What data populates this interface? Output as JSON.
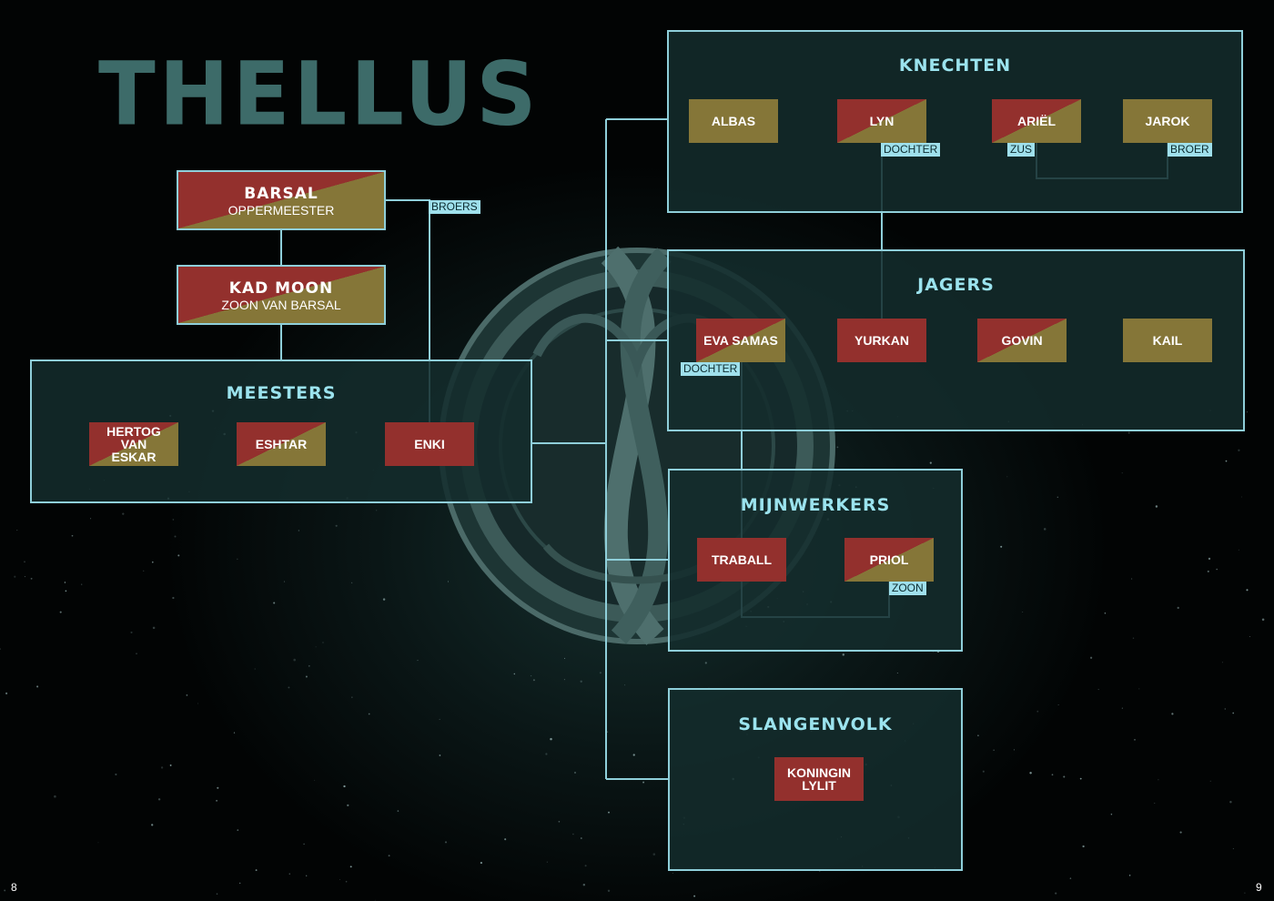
{
  "title": "THELLUS",
  "page_left": "8",
  "page_right": "9",
  "leaders": {
    "barsal": {
      "name": "BARSAL",
      "role": "OPPERMEESTER"
    },
    "kad_moon": {
      "name": "KAD MOON",
      "role": "ZOON VAN BARSAL"
    }
  },
  "groups": {
    "knechten": {
      "title": "KNECHTEN",
      "members": [
        "ALBAS",
        "LYN",
        "ARIËL",
        "JAROK"
      ]
    },
    "jagers": {
      "title": "JAGERS",
      "members": [
        "EVA SAMAS",
        "YURKAN",
        "GOVIN",
        "KAIL"
      ]
    },
    "meesters": {
      "title": "MEESTERS",
      "members": [
        "HERTOG VAN ESKAR",
        "ESHTAR",
        "ENKI"
      ]
    },
    "mijnwerkers": {
      "title": "MIJNWERKERS",
      "members": [
        "TRABALL",
        "PRIOL"
      ]
    },
    "slangenvolk": {
      "title": "SLANGENVOLK",
      "members": [
        "KONINGIN LYLIT"
      ]
    }
  },
  "relations": {
    "broers": "BROERS",
    "dochter_lyn": "DOCHTER",
    "zus": "ZUS",
    "broer": "BROER",
    "dochter_eva": "DOCHTER",
    "zoon": "ZOON"
  },
  "colors": {
    "border": "#8fcfda",
    "title": "#3d6b69",
    "group_title": "#9be3ee",
    "red": "#93302d",
    "gold": "#857638"
  }
}
